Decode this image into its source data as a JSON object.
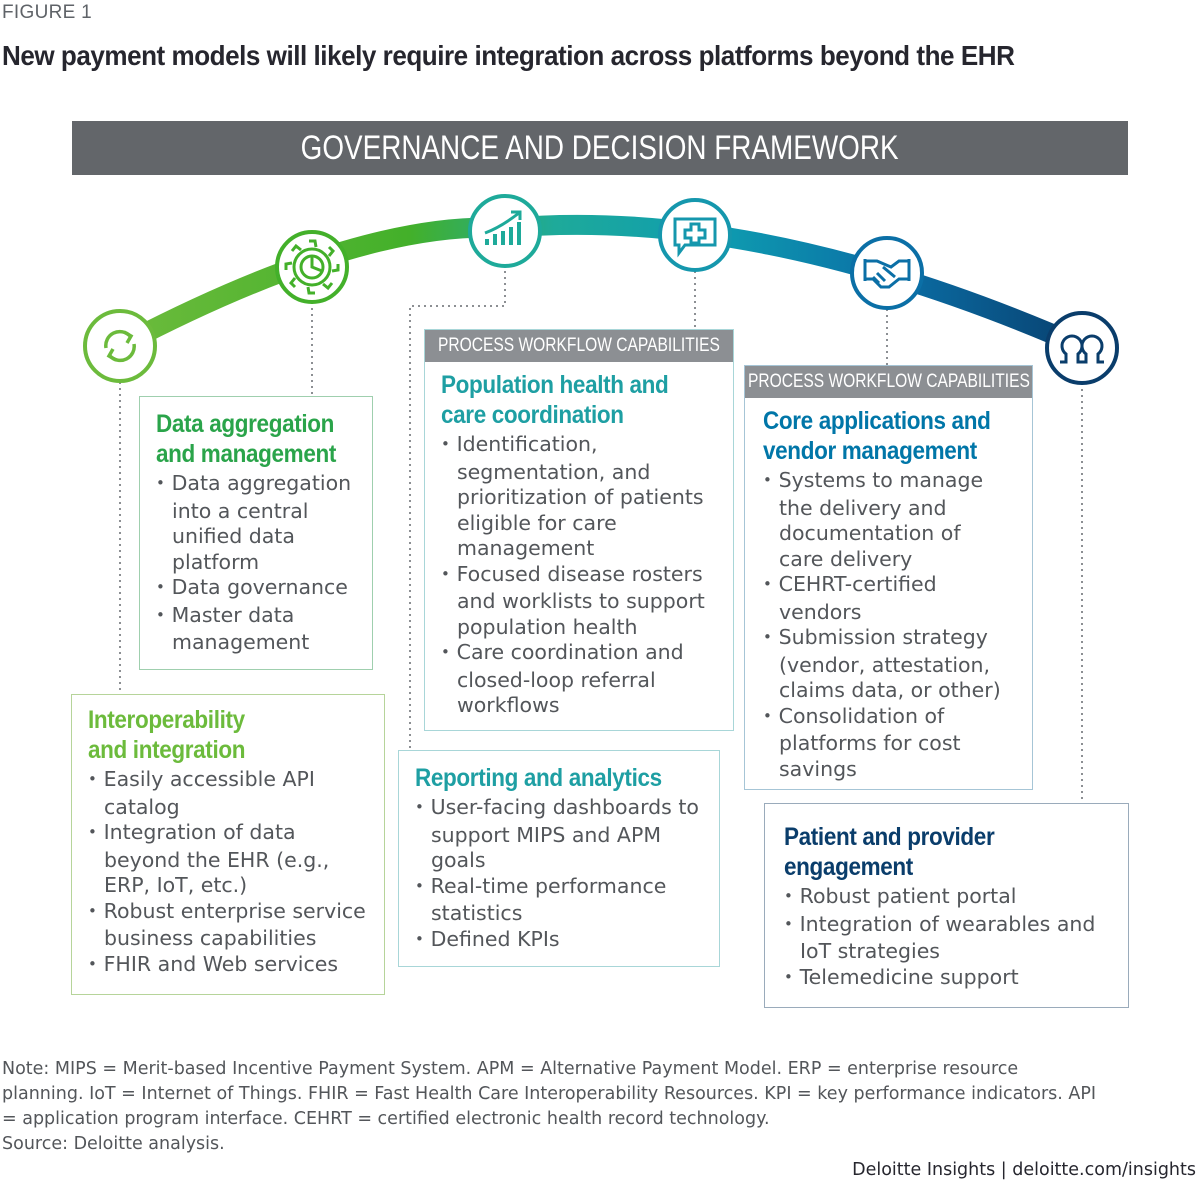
{
  "figure_label": "FIGURE 1",
  "title": "New payment models will likely require integration across platforms beyond the EHR",
  "governance_bar": "GOVERNANCE AND DECISION FRAMEWORK",
  "colors": {
    "green": "#43b02a",
    "light_green": "#6cbb3c",
    "teal": "#1e9fa3",
    "blue": "#0076a8",
    "navy": "#012169",
    "gray_bar": "#63666a",
    "pwc_gray": "#8c8f93"
  },
  "icons": [
    {
      "name": "refresh-arrows-icon",
      "stage": "Interoperability and integration"
    },
    {
      "name": "gear-pie-chart-icon",
      "stage": "Data aggregation and management"
    },
    {
      "name": "rising-bar-chart-icon",
      "stage": "Reporting and analytics"
    },
    {
      "name": "medical-chat-cross-icon",
      "stage": "Population health and care coordination"
    },
    {
      "name": "handshake-icon",
      "stage": "Core applications and vendor management"
    },
    {
      "name": "people-icon",
      "stage": "Patient and provider engagement"
    }
  ],
  "boxes": {
    "data_aggregation": {
      "title_line1": "Data aggregation",
      "title_line2": "and management",
      "items": [
        "Data aggregation into a central unified data platform",
        "Data governance",
        "Master data management"
      ]
    },
    "interoperability": {
      "title_line1": "Interoperability",
      "title_line2": "and integration",
      "items": [
        "Easily accessible API catalog",
        "Integration of data beyond the EHR (e.g., ERP, IoT, etc.)",
        "Robust enterprise service business capabilities",
        "FHIR and Web services"
      ]
    },
    "population_health": {
      "tag": "PROCESS WORKFLOW CAPABILITIES",
      "title_line1": "Population health and",
      "title_line2": "care coordination",
      "items": [
        "Identification, segmentation, and prioritization of patients eligible for care management",
        "Focused disease rosters and worklists to support population health",
        "Care coordination and closed-loop referral workflows"
      ]
    },
    "reporting": {
      "title_line1": "Reporting and analytics",
      "items": [
        "User-facing dashboards to support MIPS and APM goals",
        "Real-time performance statistics",
        "Defined KPIs"
      ]
    },
    "core_apps": {
      "tag": "PROCESS WORKFLOW CAPABILITIES",
      "title_line1": "Core applications and",
      "title_line2": "vendor management",
      "items": [
        "Systems to manage the delivery and documentation of care delivery",
        "CEHRT-certified vendors",
        "Submission strategy (vendor, attestation, claims data, or other)",
        "Consolidation of platforms for cost savings"
      ]
    },
    "patient_engagement": {
      "title_line1": "Patient and provider",
      "title_line2": "engagement",
      "items": [
        "Robust patient portal",
        "Integration of wearables and IoT strategies",
        "Telemedicine support"
      ]
    }
  },
  "note": {
    "line1": "Note: MIPS = Merit-based Incentive Payment System. APM = Alternative Payment Model. ERP = enterprise resource",
    "line2": "planning. IoT = Internet of Things. FHIR = Fast Health Care Interoperability Resources. KPI = key performance indicators. API",
    "line3": "= application program interface. CEHRT = certified electronic health record technology.",
    "source": "Source: Deloitte analysis."
  },
  "brand": "Deloitte Insights | deloitte.com/insights"
}
